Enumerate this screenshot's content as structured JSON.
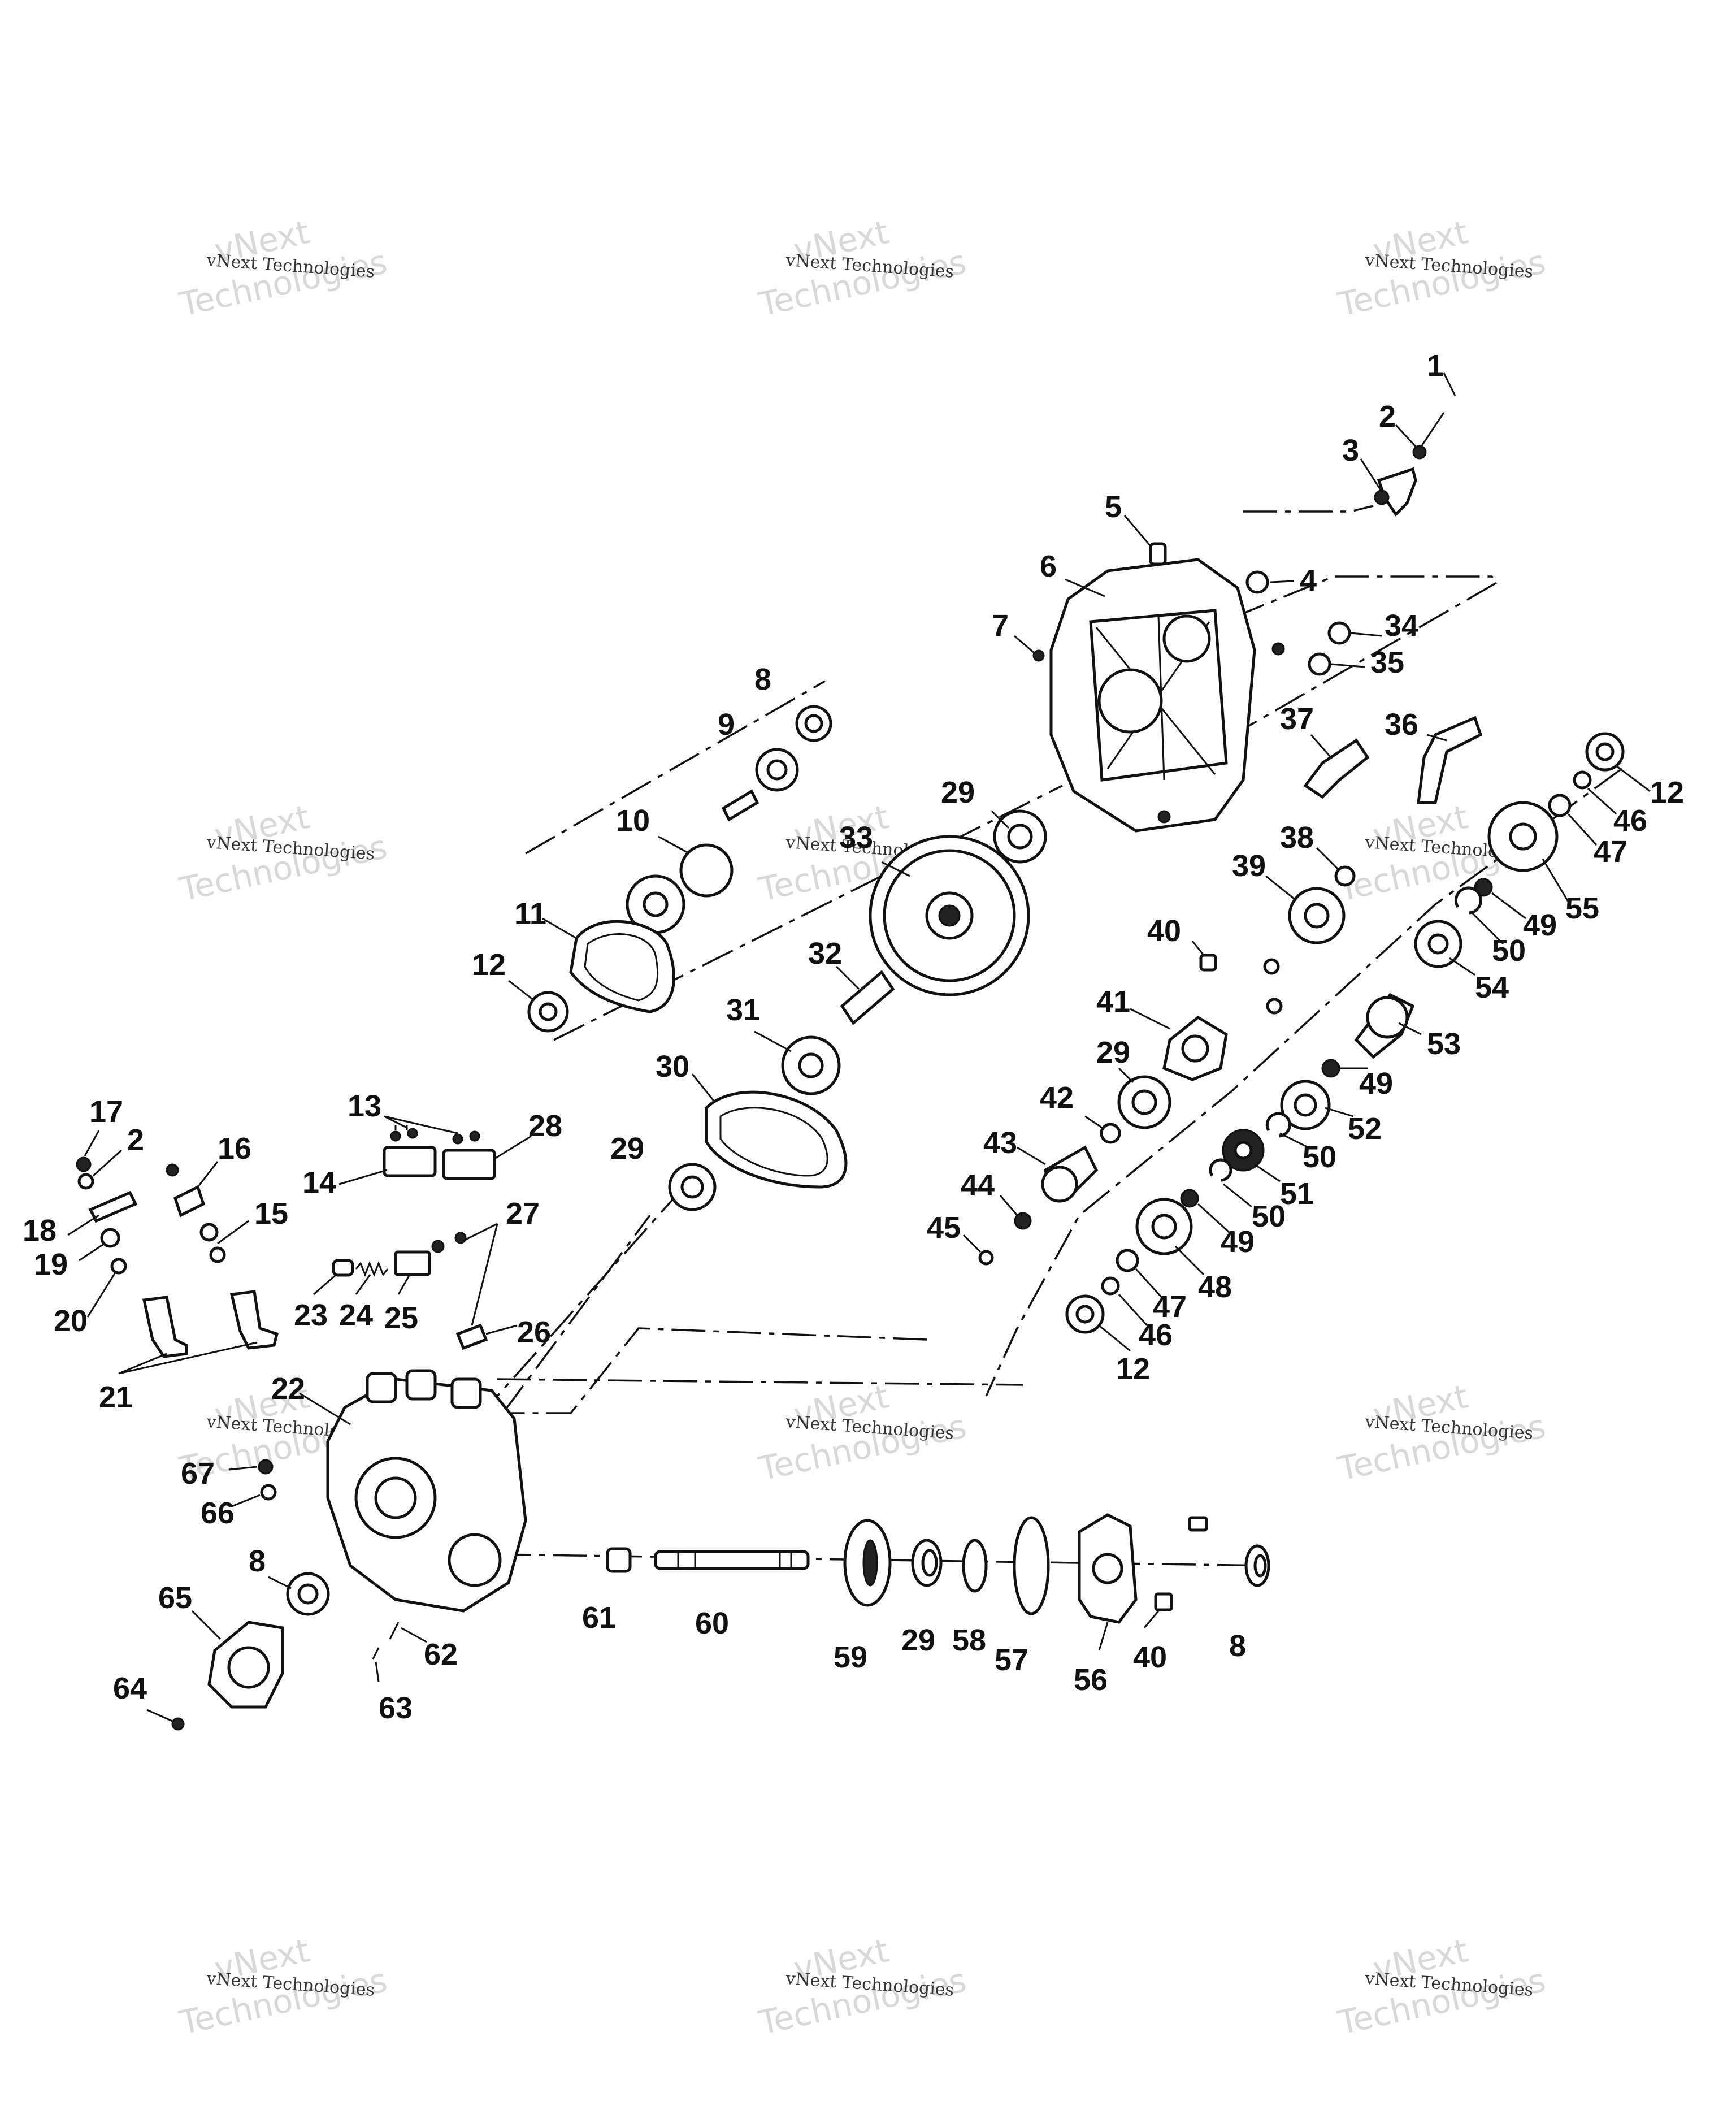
{
  "watermark": {
    "line1": "vNext Technologies",
    "big_line1": "vNext",
    "big_line2": "Technologies"
  },
  "callouts": [
    "1",
    "2",
    "3",
    "4",
    "5",
    "6",
    "7",
    "8",
    "9",
    "10",
    "11",
    "12",
    "13",
    "14",
    "15",
    "16",
    "17",
    "18",
    "19",
    "20",
    "21",
    "22",
    "23",
    "24",
    "25",
    "26",
    "27",
    "28",
    "29",
    "30",
    "31",
    "32",
    "33",
    "34",
    "35",
    "36",
    "37",
    "38",
    "39",
    "40",
    "41",
    "42",
    "43",
    "44",
    "45",
    "46",
    "47",
    "48",
    "49",
    "50",
    "51",
    "52",
    "53",
    "54",
    "55",
    "56",
    "57",
    "58",
    "59",
    "60",
    "61",
    "62",
    "63",
    "64",
    "65",
    "66",
    "67"
  ],
  "colors": {
    "ink": "#111111",
    "watermark": "#d8d8d8",
    "paper": "#ffffff"
  }
}
